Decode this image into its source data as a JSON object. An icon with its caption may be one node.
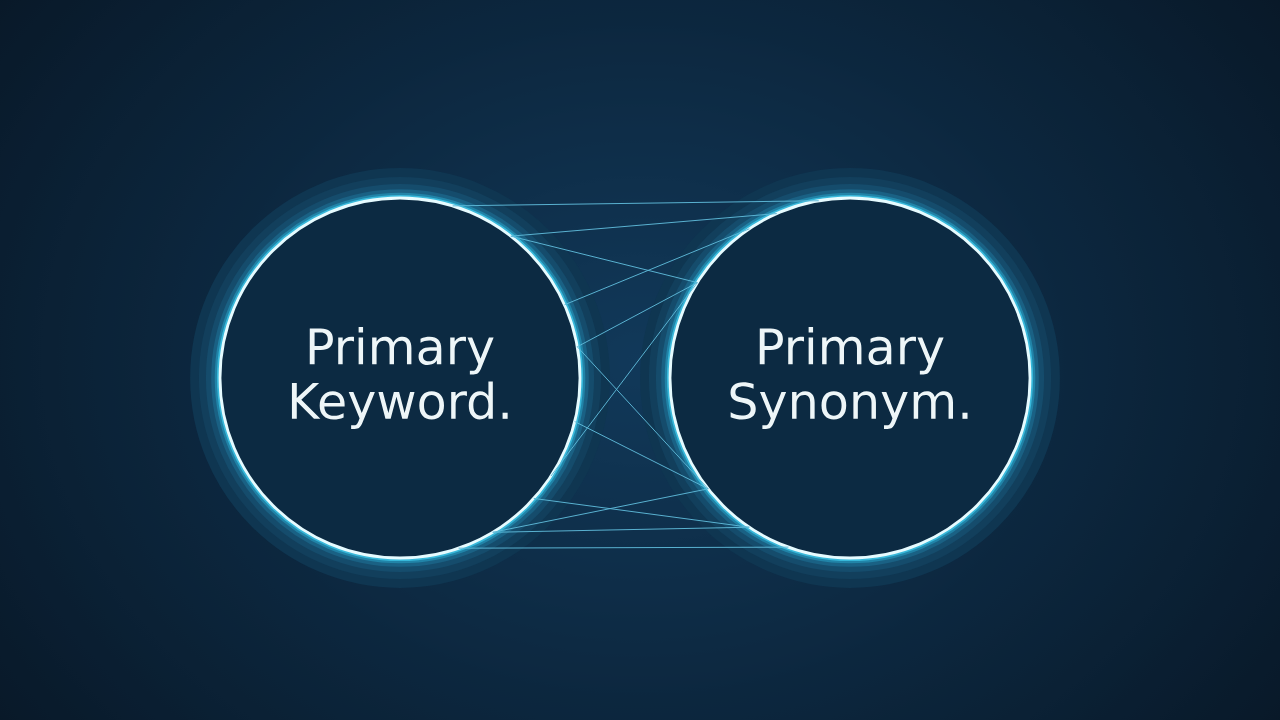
{
  "diagram": {
    "nodes": [
      {
        "text": [
          "Primary Keyword."
        ]
      },
      {
        "text": [
          "Primary Synonym."
        ]
      }
    ],
    "edges": [
      {
        "from": 0,
        "to": 1,
        "arrow": "none"
      },
      {
        "from": 0,
        "to": 1,
        "arrow": "none"
      },
      {
        "from": 0,
        "to": 1,
        "arrow": "none"
      },
      {
        "from": 0,
        "to": 1,
        "arrow": "none"
      },
      {
        "from": 0,
        "to": 1,
        "arrow": "none"
      },
      {
        "from": 0,
        "to": 1,
        "arrow": "none"
      },
      {
        "from": 0,
        "to": 1,
        "arrow": "none"
      },
      {
        "from": 0,
        "to": 1,
        "arrow": "none"
      },
      {
        "from": 0,
        "to": 1,
        "arrow": "none"
      },
      {
        "from": 0,
        "to": 1,
        "arrow": "none"
      },
      {
        "from": 0,
        "to": 1,
        "arrow": "none"
      },
      {
        "from": 0,
        "to": 1,
        "arrow": "none"
      }
    ]
  }
}
